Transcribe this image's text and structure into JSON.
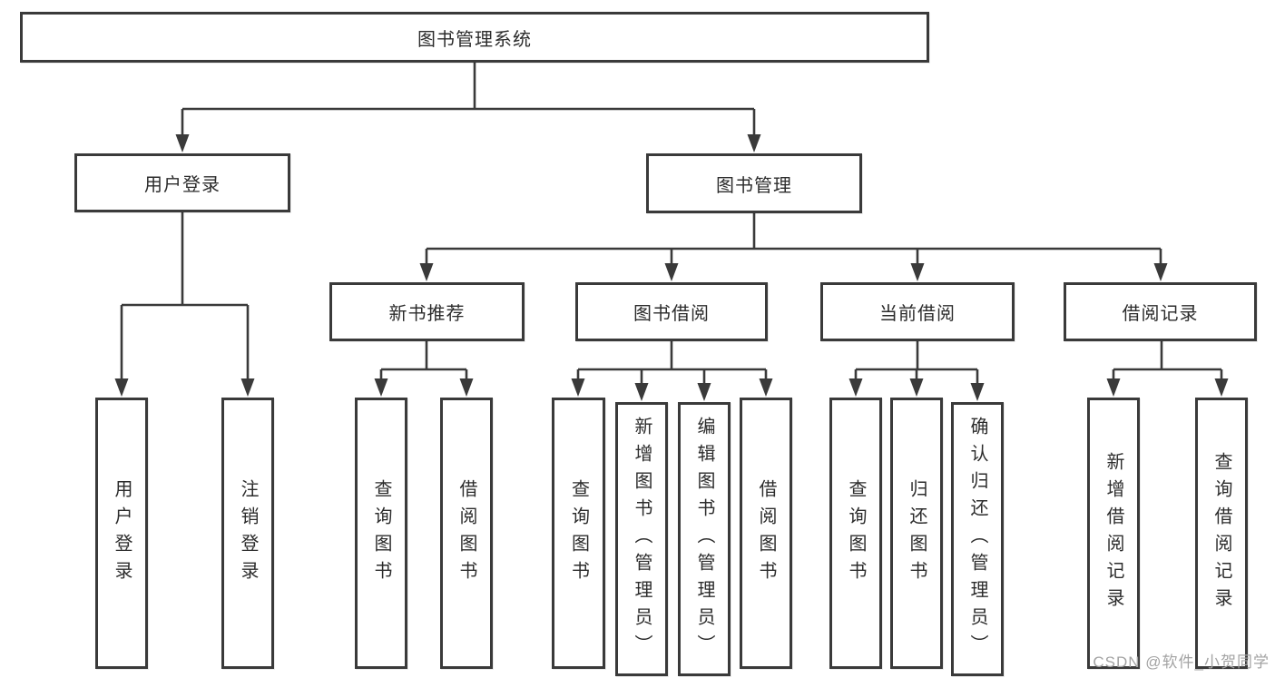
{
  "diagram": {
    "title_node": {
      "label": "图书管理系统"
    },
    "level2": [
      {
        "label": "用户登录"
      },
      {
        "label": "图书管理"
      }
    ],
    "level3": [
      {
        "label": "新书推荐"
      },
      {
        "label": "图书借阅"
      },
      {
        "label": "当前借阅"
      },
      {
        "label": "借阅记录"
      }
    ],
    "leaves": [
      {
        "label": "用户登录"
      },
      {
        "label": "注销登录"
      },
      {
        "label": "查询图书"
      },
      {
        "label": "借阅图书"
      },
      {
        "label": "查询图书"
      },
      {
        "label": "新增图书（管理员）"
      },
      {
        "label": "编辑图书（管理员）"
      },
      {
        "label": "借阅图书"
      },
      {
        "label": "查询图书"
      },
      {
        "label": "归还图书"
      },
      {
        "label": "确认归还（管理员）"
      },
      {
        "label": "新增借阅记录"
      },
      {
        "label": "查询借阅记录"
      }
    ],
    "watermark": "CSDN @软件_小贺同学",
    "colors": {
      "line": "#3a3a3a",
      "text": "#2c2c2c",
      "watermark": "#a3a3a3",
      "background": "#ffffff"
    }
  }
}
